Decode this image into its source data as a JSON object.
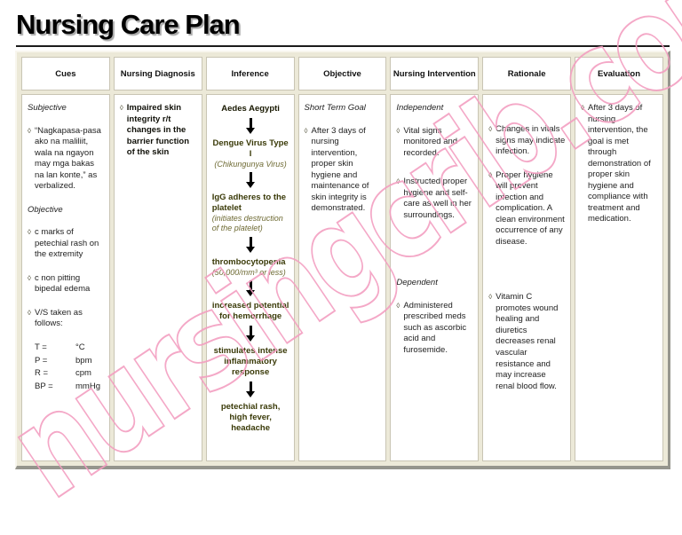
{
  "title": "Nursing Care Plan",
  "watermark": "nursingcrib.com",
  "bullet": "◊",
  "colors": {
    "watermark_pink": "#f39fc1",
    "flow_text_olive": "#3a3a08",
    "flow_subtext_olive": "#6e6a33",
    "table_frame": "#ece9d8",
    "cell_border": "#c9c5b4"
  },
  "table": {
    "headers": [
      "Cues",
      "Nursing Diagnosis",
      "Inference",
      "Objective",
      "Nursing Intervention",
      "Rationale",
      "Evaluation"
    ],
    "cues": {
      "subjective_label": "Subjective",
      "subjective_quote": "“Nagkapasa-pasa ako na maliliit, wala na ngayon may mga bakas na lan konte,” as verbalized.",
      "objective_label": "Objective",
      "objective_items": [
        "c marks of petechial rash on the extremity",
        "c non pitting bipedal edema",
        "V/S taken as follows:"
      ],
      "vitals": [
        {
          "label": "T =",
          "unit": "°C"
        },
        {
          "label": "P =",
          "unit": "bpm"
        },
        {
          "label": "R =",
          "unit": "cpm"
        },
        {
          "label": "BP =",
          "unit": "mmHg"
        }
      ]
    },
    "nursing_diagnosis": {
      "text": "Impaired skin integrity r/t changes in the barrier function of the skin"
    },
    "inference": {
      "steps": [
        {
          "title": "Aedes Aegypti",
          "sub": ""
        },
        {
          "title": "Dengue Virus Type I",
          "sub": "(Chikungunya Virus)"
        },
        {
          "title": "IgG adheres to the platelet",
          "sub": "(initiates destruction of the platelet)"
        },
        {
          "title": "thrombocytopenia",
          "sub": "(50,000/mm³ or less)"
        },
        {
          "title": "increased potential for hemorrhage",
          "sub": ""
        },
        {
          "title": "stimulates intense inflammatory response",
          "sub": ""
        },
        {
          "title": "petechial rash, high fever, headache",
          "sub": ""
        }
      ]
    },
    "objective": {
      "label": "Short Term Goal",
      "text": "After 3 days of nursing intervention, proper skin hygiene and maintenance of skin integrity is demonstrated."
    },
    "intervention": {
      "independent_label": "Independent",
      "independent_items": [
        "Vital signs monitored and recorded.",
        "Instructed proper hygiene and self-care as well in her surroundings."
      ],
      "dependent_label": "Dependent",
      "dependent_items": [
        "Administered prescribed meds such as ascorbic acid and furosemide."
      ]
    },
    "rationale": {
      "items": [
        "Changes in vitals signs may indicate infection.",
        "Proper hygiene will prevent infection and complication. A clean environment occurrence of any disease.",
        "Vitamin C promotes wound healing and diuretics decreases renal vascular resistance and may increase renal blood flow."
      ]
    },
    "evaluation": {
      "items": [
        "After 3 days of nursing intervention, the goal is met through demonstration of proper skin hygiene and compliance with treatment and medication."
      ]
    }
  }
}
